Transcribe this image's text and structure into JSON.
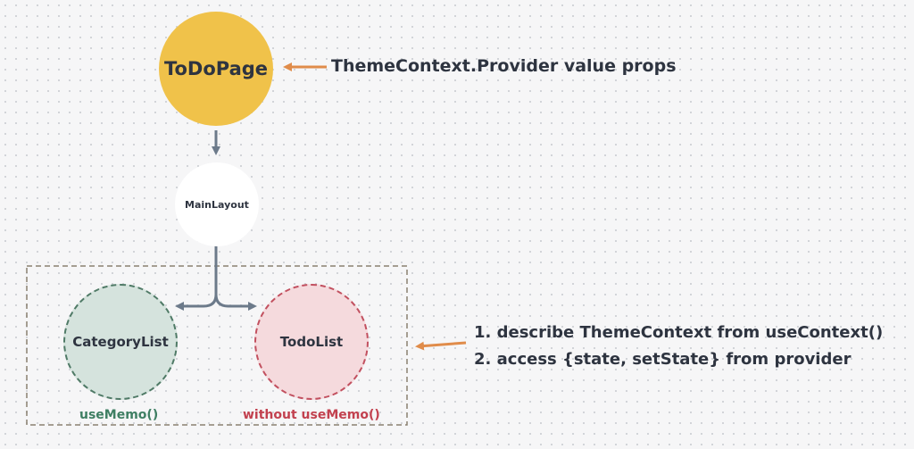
{
  "nodes": {
    "todopage": "ToDoPage",
    "mainlayout": "MainLayout",
    "categorylist": "CategoryList",
    "todolist": "TodoList"
  },
  "annotations": {
    "provider": "ThemeContext.Provider value props",
    "category_caption": "useMemo()",
    "todolist_caption": "without useMemo()",
    "notes": [
      "1. describe ThemeContext from useContext()",
      "2. access {state, setState} from provider"
    ]
  },
  "colors": {
    "todopage_fill": "#f0c24a",
    "mainlayout_fill": "#ffffff",
    "categorylist_fill": "#d5e3dd",
    "categorylist_border": "#4f7a66",
    "todolist_fill": "#f5dadd",
    "todolist_border": "#c2505f",
    "connector": "#6c7a8a",
    "annotation_arrow": "#e08c4a",
    "group_border": "#8a8070"
  }
}
